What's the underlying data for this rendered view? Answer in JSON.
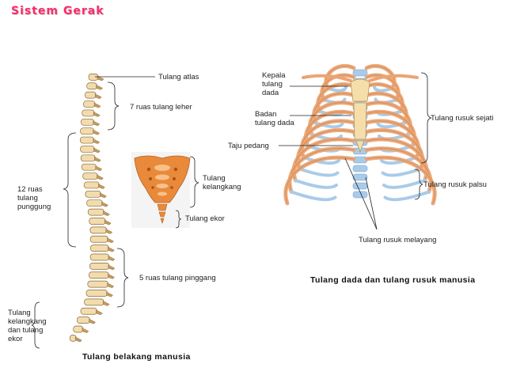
{
  "title": "Sistem Gerak",
  "spine": {
    "labels": {
      "atlas": "Tulang atlas",
      "leher": "7 ruas tulang leher",
      "punggung": [
        "12 ruas",
        "tulang",
        "punggung"
      ],
      "pinggang": "5 ruas tulang pinggang",
      "kelangkang_ekor": [
        "Tulang",
        "kelangkang",
        "dan tulang",
        "ekor"
      ]
    },
    "caption": "Tulang belakang manusia"
  },
  "sacrum": {
    "labels": {
      "kelangkang": [
        "Tulang",
        "kelangkang"
      ],
      "ekor": "Tulang ekor"
    }
  },
  "ribcage": {
    "labels": {
      "kepala": [
        "Kepala",
        "tulang",
        "dada"
      ],
      "badan": [
        "Badan",
        "tulang dada"
      ],
      "taju": "Taju pedang",
      "sejati": "Tulang rusuk sejati",
      "palsu": "Tulang rusuk palsu",
      "melayang": "Tulang rusuk melayang"
    },
    "caption": "Tulang dada dan tulang rusuk manusia"
  },
  "colors": {
    "title": "#ff2a6a",
    "bone": "#f2dcae",
    "bone_dark": "#8a6a3a",
    "sacrum": "#e98a3a",
    "rib_orange": "#eaa574",
    "cartilage": "#a9cbe9"
  }
}
